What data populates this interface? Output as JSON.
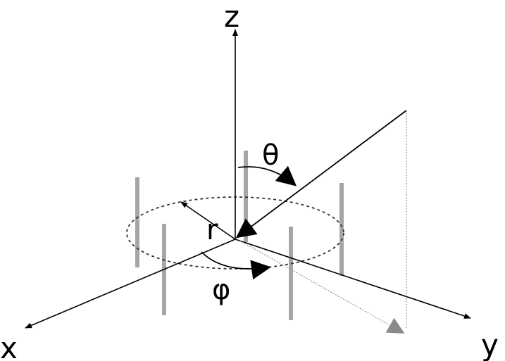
{
  "diagram": {
    "labels": {
      "z_axis": "z",
      "x_axis": "x",
      "y_axis": "y",
      "theta": "θ",
      "radius": "r",
      "phi": "φ"
    },
    "colors": {
      "axis": "#000000",
      "dashed_circle": "#333333",
      "rod": "#a6a6a6",
      "projection": "#7f7f7f"
    },
    "rods": [
      {
        "name": "rod-back-left"
      },
      {
        "name": "rod-front-left"
      },
      {
        "name": "rod-center-back"
      },
      {
        "name": "rod-front-right"
      },
      {
        "name": "rod-back-right"
      }
    ]
  }
}
